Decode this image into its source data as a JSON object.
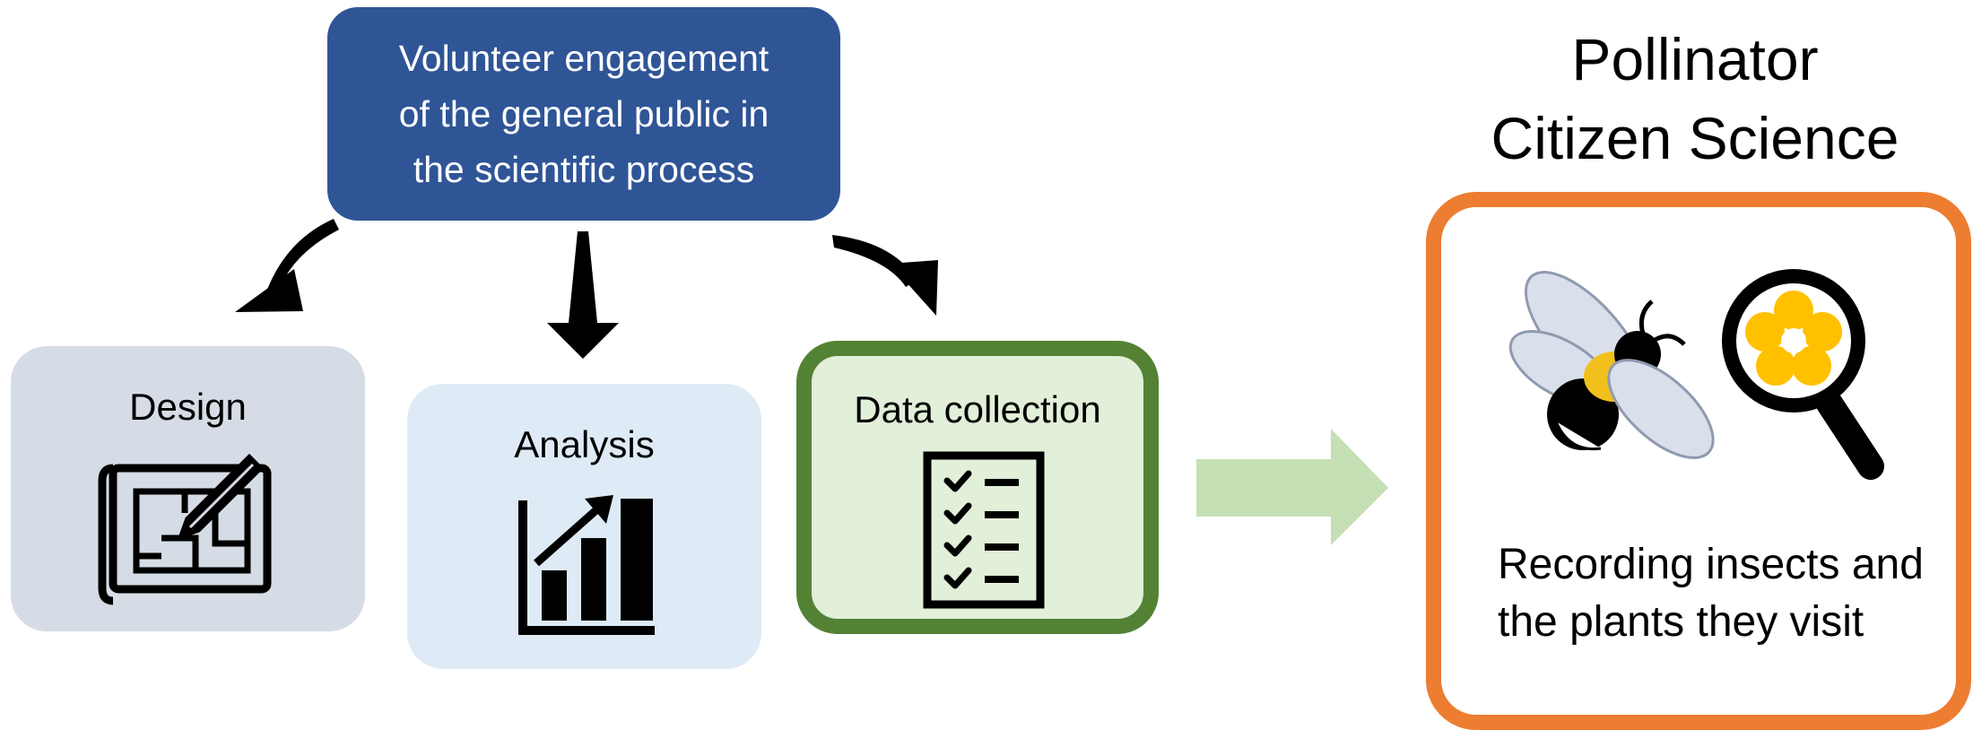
{
  "top_box": {
    "lines": [
      "Volunteer engagement",
      "of the general public in",
      "the scientific process"
    ]
  },
  "stages": {
    "design": {
      "label": "Design",
      "icon": "blueprint-pencil-icon"
    },
    "analysis": {
      "label": "Analysis",
      "icon": "bar-chart-trend-icon"
    },
    "data_collection": {
      "label": "Data collection",
      "icon": "checklist-icon"
    }
  },
  "pollinator": {
    "title_lines": [
      "Pollinator",
      "Citizen Science"
    ],
    "caption_lines": [
      "Recording insects and",
      "the plants they visit"
    ],
    "icons": [
      "bee-icon",
      "magnifier-flower-icon"
    ]
  },
  "colors": {
    "top_box": "#2f5597",
    "design_box": "#d6dce5",
    "analysis_box": "#deebf7",
    "data_box": "#e2efd9",
    "data_border": "#548235",
    "pollinator_border": "#ed7d31",
    "flow_arrow": "#c5e0b4",
    "bee_wing": "#d9dfeb",
    "bee_yellow": "#f2c01d",
    "flower_yellow": "#ffc000"
  }
}
